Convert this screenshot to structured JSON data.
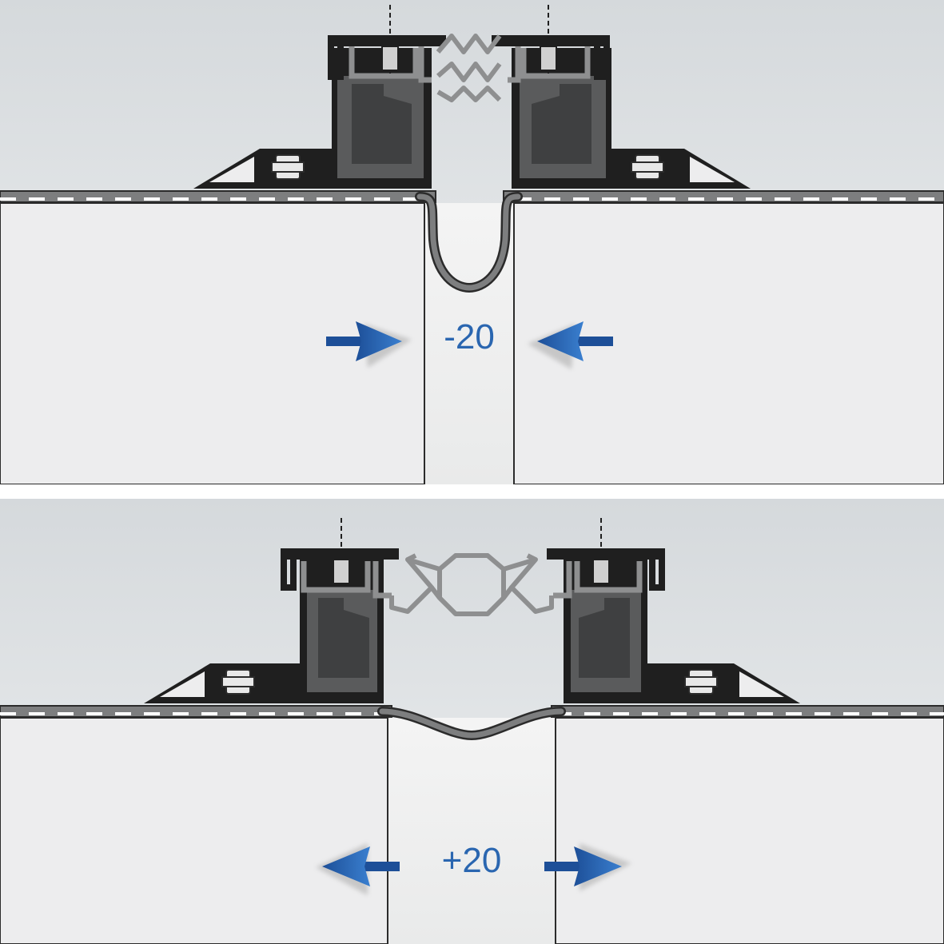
{
  "colors": {
    "background_top": "#d8dcdf",
    "background_bottom": "#f3f4f4",
    "panel": "#ededee",
    "gap": "#f7f7f7",
    "outline": "#2b2b2b",
    "profile": "#1f1f1f",
    "clamp_gray": "#8e8f90",
    "insert_gray": "#5a5b5c",
    "arrow_blue": "#2a66b0"
  },
  "panels": [
    {
      "label": "-20",
      "state": "compressed"
    },
    {
      "label": "+20",
      "state": "expanded"
    }
  ]
}
